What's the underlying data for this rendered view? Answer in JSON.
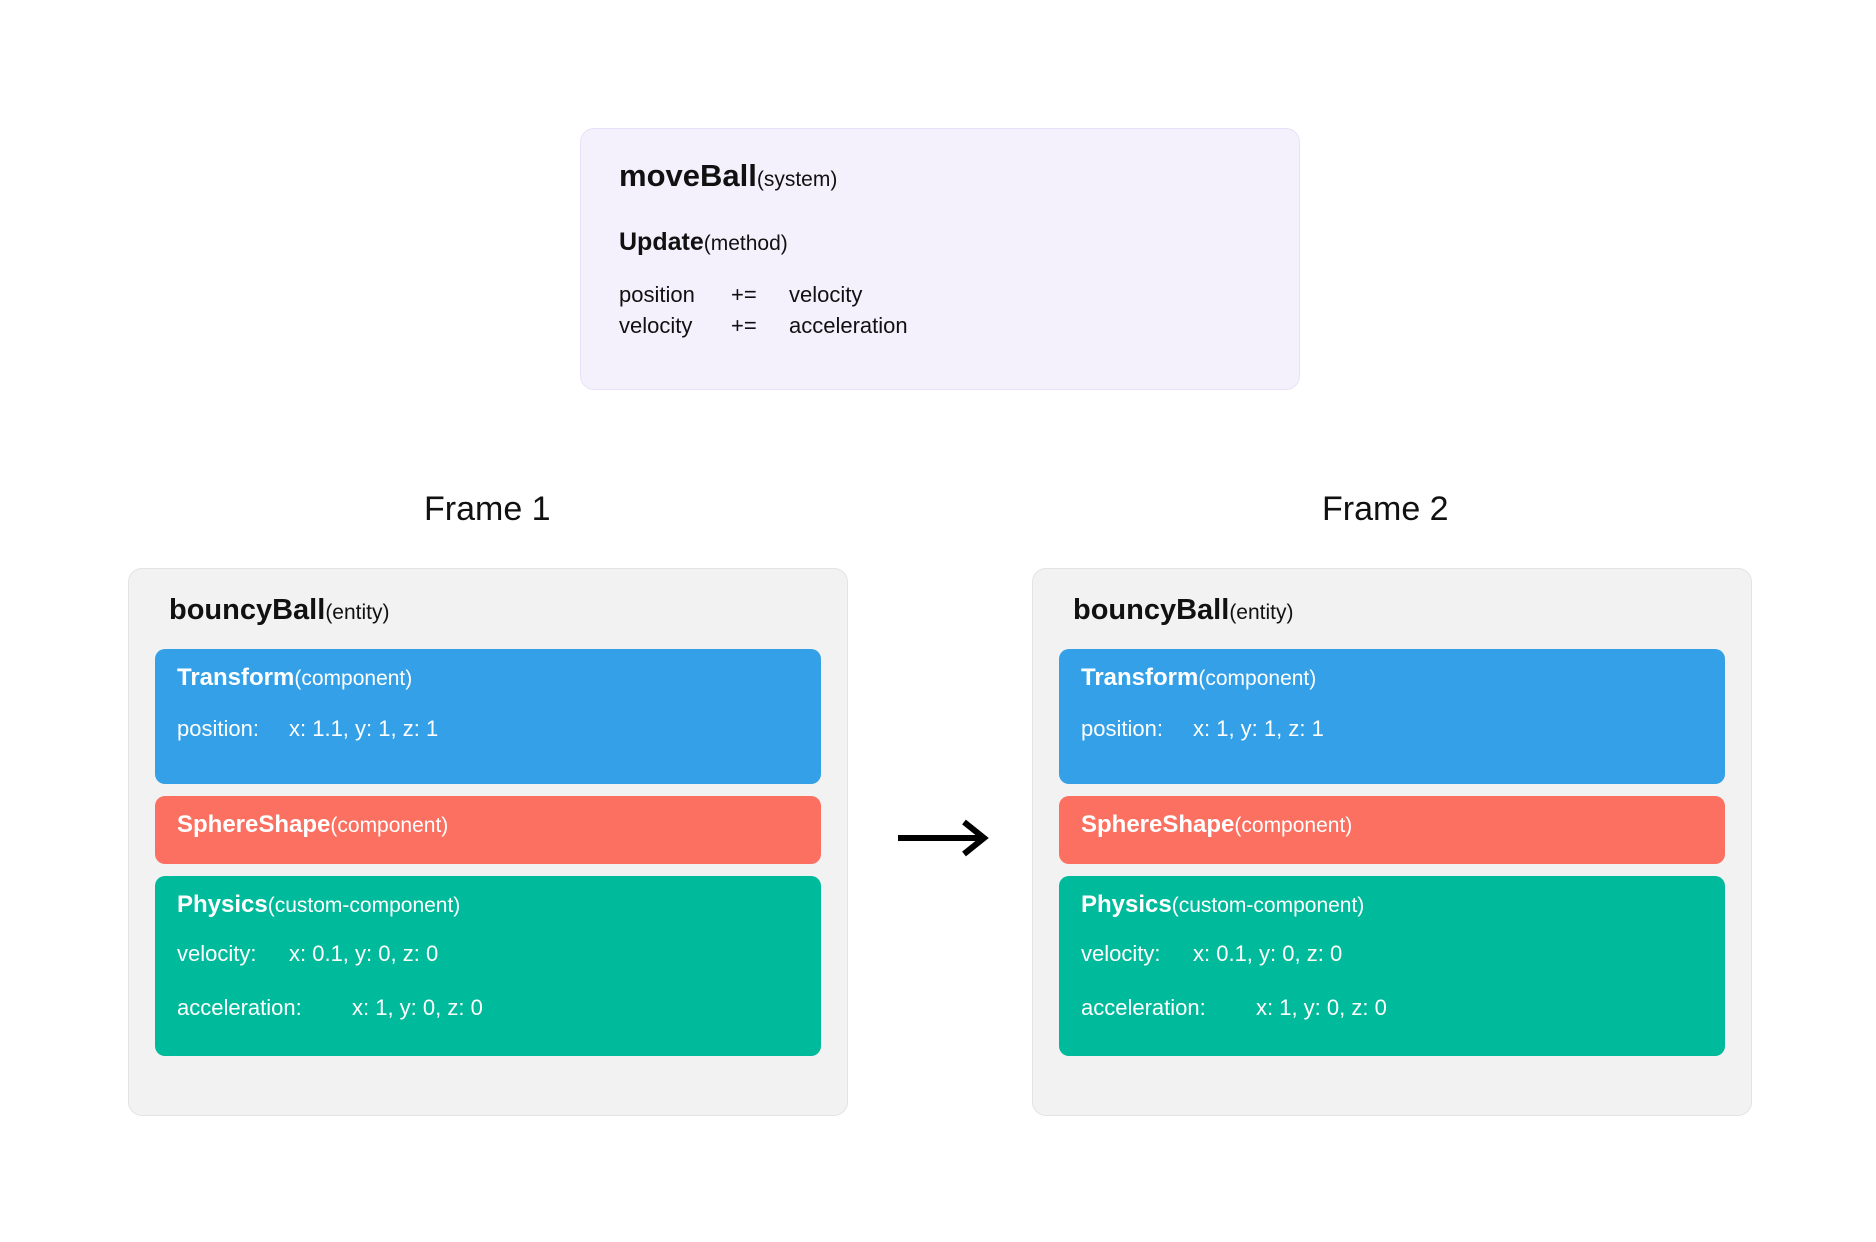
{
  "system": {
    "name": "moveBall",
    "kind": "(system)",
    "method": {
      "name": "Update",
      "kind": "(method)"
    },
    "statements": [
      {
        "lhs": "position",
        "op": "+=",
        "rhs": "velocity"
      },
      {
        "lhs": "velocity",
        "op": "+=",
        "rhs": "acceleration"
      }
    ]
  },
  "frames": [
    {
      "label": "Frame 1",
      "entity": {
        "name": "bouncyBall",
        "kind": "(entity)"
      },
      "components": [
        {
          "name": "Transform",
          "kind": "(component)",
          "color": "#34a0e8",
          "rows": [
            {
              "key": "position:",
              "value": "x: 1.1, y: 1, z: 1"
            }
          ]
        },
        {
          "name": "SphereShape",
          "kind": "(component)",
          "color": "#fb7060",
          "rows": []
        },
        {
          "name": "Physics",
          "kind": "(custom-component)",
          "color": "#00bb9b",
          "rows": [
            {
              "key": "velocity:",
              "value": "x: 0.1, y: 0, z: 0"
            },
            {
              "key": "acceleration:",
              "value": "x: 1, y: 0, z: 0"
            }
          ]
        }
      ]
    },
    {
      "label": "Frame 2",
      "entity": {
        "name": "bouncyBall",
        "kind": "(entity)"
      },
      "components": [
        {
          "name": "Transform",
          "kind": "(component)",
          "color": "#34a0e8",
          "rows": [
            {
              "key": "position:",
              "value": "x: 1, y: 1, z: 1"
            }
          ]
        },
        {
          "name": "SphereShape",
          "kind": "(component)",
          "color": "#fb7060",
          "rows": []
        },
        {
          "name": "Physics",
          "kind": "(custom-component)",
          "color": "#00bb9b",
          "rows": [
            {
              "key": "velocity:",
              "value": "x: 0.1, y: 0, z: 0"
            },
            {
              "key": "acceleration:",
              "value": "x: 1, y: 0, z: 0"
            }
          ]
        }
      ]
    }
  ],
  "arrow": {
    "icon": "arrow-right-icon",
    "color": "#000000"
  },
  "colors": {
    "system_card_bg": "#f4f1fd",
    "entity_card_bg": "#f2f2f2",
    "transform": "#34a0e8",
    "sphereshape": "#fb7060",
    "physics": "#00bb9b",
    "text": "#111111"
  }
}
